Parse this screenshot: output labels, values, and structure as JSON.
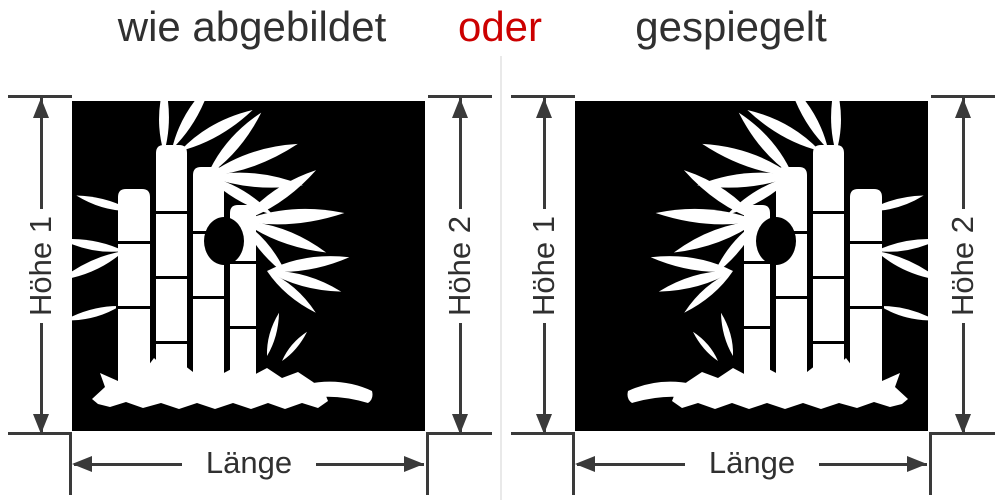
{
  "header": {
    "option_as_shown": "wie abgebildet",
    "connector": "oder",
    "option_mirrored": "gespiegelt"
  },
  "panels": [
    {
      "height_left": "Höhe 1",
      "height_right": "Höhe 2",
      "length": "Länge"
    },
    {
      "height_left": "Höhe 1",
      "height_right": "Höhe 2",
      "length": "Länge"
    }
  ],
  "colors": {
    "text": "#303030",
    "accent_red": "#cc0000",
    "line": "#3a3a3a",
    "square_bg": "#000000",
    "motif_color": "#ffffff",
    "divider": "#e9e9e9"
  },
  "motif": "bamboo-silhouette"
}
